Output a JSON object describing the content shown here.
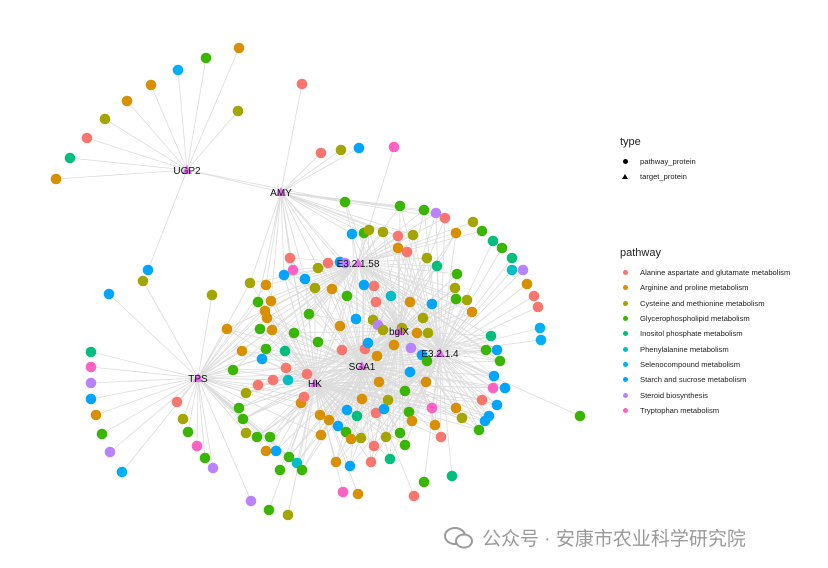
{
  "hubs": [
    "UGP2",
    "AMY",
    "E3.2.1.58",
    "bglX",
    "E3.2.1.4",
    "SGA1",
    "HK",
    "TPS"
  ],
  "legend_type": {
    "title": "type",
    "items": [
      {
        "label": "pathway_protein",
        "shape": "circle"
      },
      {
        "label": "target_protein",
        "shape": "triangle"
      }
    ]
  },
  "legend_pathway": {
    "title": "pathway",
    "items": [
      {
        "label": "Alanine aspartate and glutamate metabolism",
        "color": "#F8766D"
      },
      {
        "label": "Arginine and proline metabolism",
        "color": "#D89000"
      },
      {
        "label": "Cysteine and methionine metabolism",
        "color": "#A3A500"
      },
      {
        "label": "Glycerophospholipid metabolism",
        "color": "#39B600"
      },
      {
        "label": "Inositol phosphate metabolism",
        "color": "#00BF7D"
      },
      {
        "label": "Phenylalanine metabolism",
        "color": "#00BFC4"
      },
      {
        "label": "Selenocompound metabolism",
        "color": "#00B0F6"
      },
      {
        "label": "Starch and sucrose metabolism",
        "color": "#00A5FF"
      },
      {
        "label": "Steroid biosynthesis",
        "color": "#B983FF"
      },
      {
        "label": "Tryptophan metabolism",
        "color": "#FF61C3"
      }
    ]
  },
  "colors": {
    "hub": "#E76BF3",
    "edge": "#DCDCDC"
  },
  "watermark": "公众号 · 安康市农业科学研究院"
}
